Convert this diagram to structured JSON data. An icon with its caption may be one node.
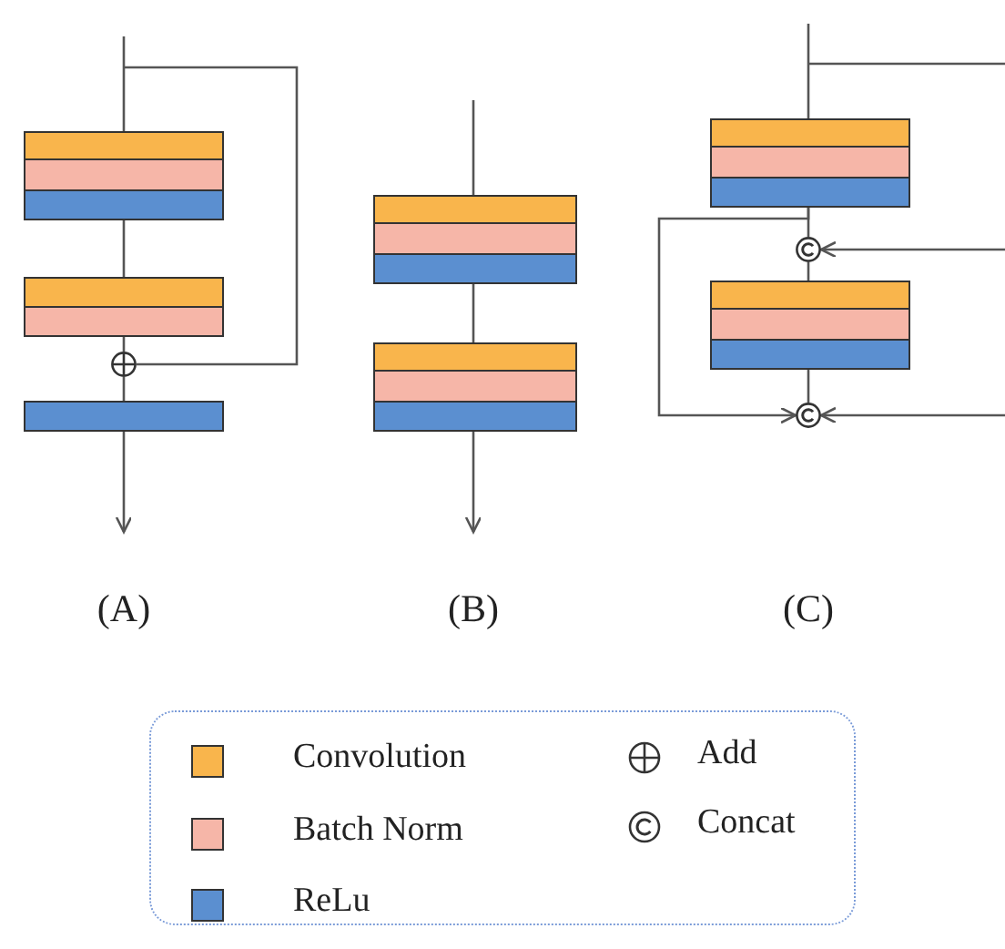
{
  "diagram": {
    "nodes": [
      {
        "text": [],
        "shape": "box"
      },
      {
        "text": [],
        "shape": "box"
      },
      {
        "text": [],
        "shape": "circle"
      },
      {
        "text": [],
        "shape": "box"
      },
      {
        "text": [],
        "shape": "box"
      },
      {
        "text": [],
        "shape": "box"
      },
      {
        "text": [],
        "shape": "box"
      },
      {
        "text": [],
        "shape": "circle"
      },
      {
        "text": [],
        "shape": "box"
      },
      {
        "text": [],
        "shape": "circle"
      }
    ],
    "edges": [
      {
        "from": null,
        "to": 0,
        "arrow": "none"
      },
      {
        "from": null,
        "to": 2,
        "arrow": "none"
      },
      {
        "from": 0,
        "to": 1,
        "arrow": "none"
      },
      {
        "from": 1,
        "to": 2,
        "arrow": "none"
      },
      {
        "from": 2,
        "to": 3,
        "arrow": "none"
      },
      {
        "from": 3,
        "to": null,
        "arrow": "to"
      },
      {
        "from": null,
        "to": 4,
        "arrow": "none"
      },
      {
        "from": 4,
        "to": 5,
        "arrow": "none"
      },
      {
        "from": 5,
        "to": null,
        "arrow": "to"
      },
      {
        "from": null,
        "to": 6,
        "arrow": "none"
      },
      {
        "from": 6,
        "to": 7,
        "arrow": "none"
      },
      {
        "from": null,
        "to": 7,
        "arrow": "to"
      },
      {
        "from": 7,
        "to": 8,
        "arrow": "none"
      },
      {
        "from": 8,
        "to": 9,
        "arrow": "none"
      },
      {
        "from": 6,
        "to": 9,
        "arrow": "to"
      },
      {
        "from": null,
        "to": 9,
        "arrow": "to"
      }
    ],
    "labels": [
      "(A)",
      "(B)",
      "(C)"
    ],
    "legend": [
      {
        "text": "Convolution",
        "color": "#f9b54c"
      },
      {
        "text": "Batch Norm",
        "color": "#f6b6a8"
      },
      {
        "text": "ReLu",
        "color": "#5b8fd0"
      },
      {
        "text": "Add"
      },
      {
        "text": "Concat"
      }
    ]
  }
}
